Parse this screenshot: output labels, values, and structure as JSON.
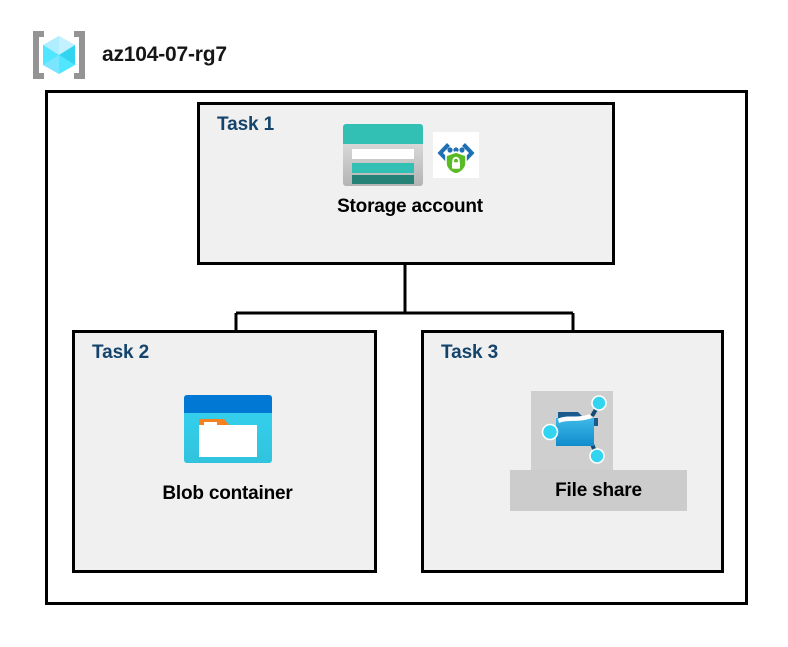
{
  "header": {
    "title": "az104-07-rg7",
    "icon": "resource-group-icon"
  },
  "diagram": {
    "boundary_name": "resource-group-boundary",
    "tasks": [
      {
        "label": "Task 1",
        "node_label": "Storage account",
        "icon": "storage-account-icon",
        "badge_icon": "private-endpoint-shield-icon"
      },
      {
        "label": "Task 2",
        "node_label": "Blob container",
        "icon": "blob-container-icon"
      },
      {
        "label": "Task 3",
        "node_label": "File share",
        "icon": "file-share-icon",
        "selected": true
      }
    ],
    "connections": [
      {
        "from": "Storage account",
        "to": "Blob container"
      },
      {
        "from": "Storage account",
        "to": "File share"
      }
    ]
  },
  "colors": {
    "task_label": "#14446b",
    "panel_fill": "#f0f0f0",
    "border": "#000000",
    "storage_teal": "#32bfb4",
    "storage_dark_teal": "#258277",
    "blob_blue": "#0078d4",
    "blob_cyan": "#32d4f0",
    "blob_orange": "#f58220",
    "fileshare_blue": "#1e9fd8",
    "shield_green": "#5aba24",
    "rg_cyan": "#50e6ff",
    "selection_gray": "#cccccc"
  }
}
